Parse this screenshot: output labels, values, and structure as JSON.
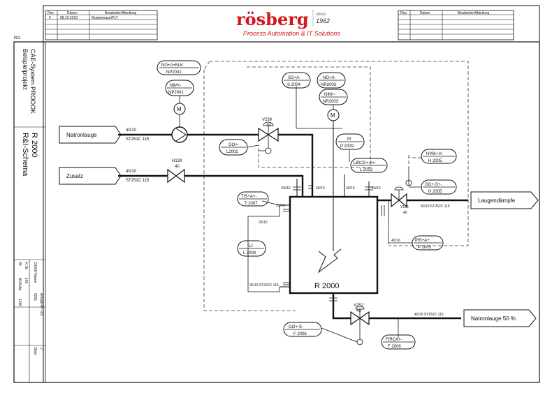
{
  "header": {
    "left_table": {
      "columns": [
        "Rev.",
        "Datum",
        "Bearbeiter/Abteilung"
      ],
      "row": [
        "0",
        "08.10.2010",
        "Mustermann/PLT"
      ]
    },
    "right_table": {
      "columns": [
        "Rev.",
        "Datum",
        "Bearbeiter/Abteilung"
      ]
    },
    "logo": {
      "name": "rösberg",
      "since_label": "since",
      "since_year": "1962",
      "tagline": "Process Automation & IT Solutions",
      "color": "#d4141b"
    },
    "corner_label": "R/2"
  },
  "title_block": {
    "project": "Beispielprojekt",
    "system": "CAE-System PRODOK",
    "doc_type": "R&I-Schema",
    "doc_id": "R 2000",
    "meta_labels": [
      "Bl.",
      "K.St.",
      "Ab.",
      "DOKU-Name",
      "Anlage-Nr.",
      "Blatt"
    ],
    "meta_values": [
      "A100",
      "100",
      "1186",
      "0201",
      "R/2",
      "2"
    ]
  },
  "diagram": {
    "inlets": [
      {
        "label": "Natronlauge",
        "spec_top": "40/10",
        "spec_bottom": "ST252C 115"
      },
      {
        "label": "Zusatz",
        "spec_top": "40/10",
        "spec_bottom": "ST252C 115"
      }
    ],
    "outlets": [
      {
        "label": "Laugendämpfe",
        "spec": "40/10 ST252C 115"
      },
      {
        "label": "Natronlauge 50 %",
        "spec": "40/10 ST252C 115"
      }
    ],
    "vessel": {
      "label": "R 2000"
    },
    "instruments": [
      {
        "top": "NO+A+M-K",
        "bottom": "NP2001"
      },
      {
        "top": "NIM+-",
        "bottom": "NP2001"
      },
      {
        "top": "SO+A-",
        "bottom": "S 2004"
      },
      {
        "top": "NO+A-",
        "bottom": "NR2003"
      },
      {
        "top": "NIM+-",
        "bottom": "NR2003"
      },
      {
        "top": "PI",
        "bottom": "P 2009"
      },
      {
        "top": "LIRCS+-A+-",
        "bottom": "L 2002"
      },
      {
        "top": "GO+-",
        "bottom": "L2002"
      },
      {
        "top": "HVM+-K",
        "bottom": "H 2005"
      },
      {
        "top": "GO+-S+-",
        "bottom": "H 2005"
      },
      {
        "top": "TIS+A+-",
        "bottom": "T 2007"
      },
      {
        "top": "LI",
        "bottom": "L 2008"
      },
      {
        "top": "PIS+A+",
        "bottom": "P 2005"
      },
      {
        "top": "GO+-S-",
        "bottom": "F 2006"
      },
      {
        "top": "FIRCA+-",
        "bottom": "F 2006"
      }
    ],
    "motors": [
      "M",
      "M"
    ],
    "valves": [
      {
        "tag": "V239",
        "size": "40"
      },
      {
        "tag": "H139",
        "size": "40"
      },
      {
        "tag": "V135",
        "size": "40"
      },
      {
        "tag": "V252",
        "size": "40"
      }
    ],
    "nozzles": [
      "50/10",
      "50/10",
      "40/10",
      "50/10"
    ],
    "line_labels": {
      "side_a": "25/10",
      "side_b": "25/10",
      "side_c": "25/10 ST252C 115",
      "outlet_small": "40/10"
    }
  }
}
